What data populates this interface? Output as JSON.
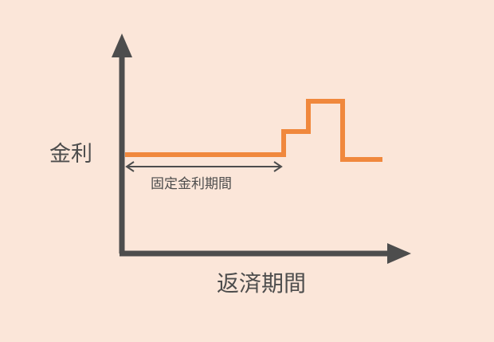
{
  "diagram": {
    "y_axis_label": "金利",
    "x_axis_label": "返済期間",
    "fixed_period_label": "固定金利期間"
  },
  "colors": {
    "background": "#fbe6d9",
    "axis": "#4d4d4d",
    "rate_line": "#f0883d"
  }
}
